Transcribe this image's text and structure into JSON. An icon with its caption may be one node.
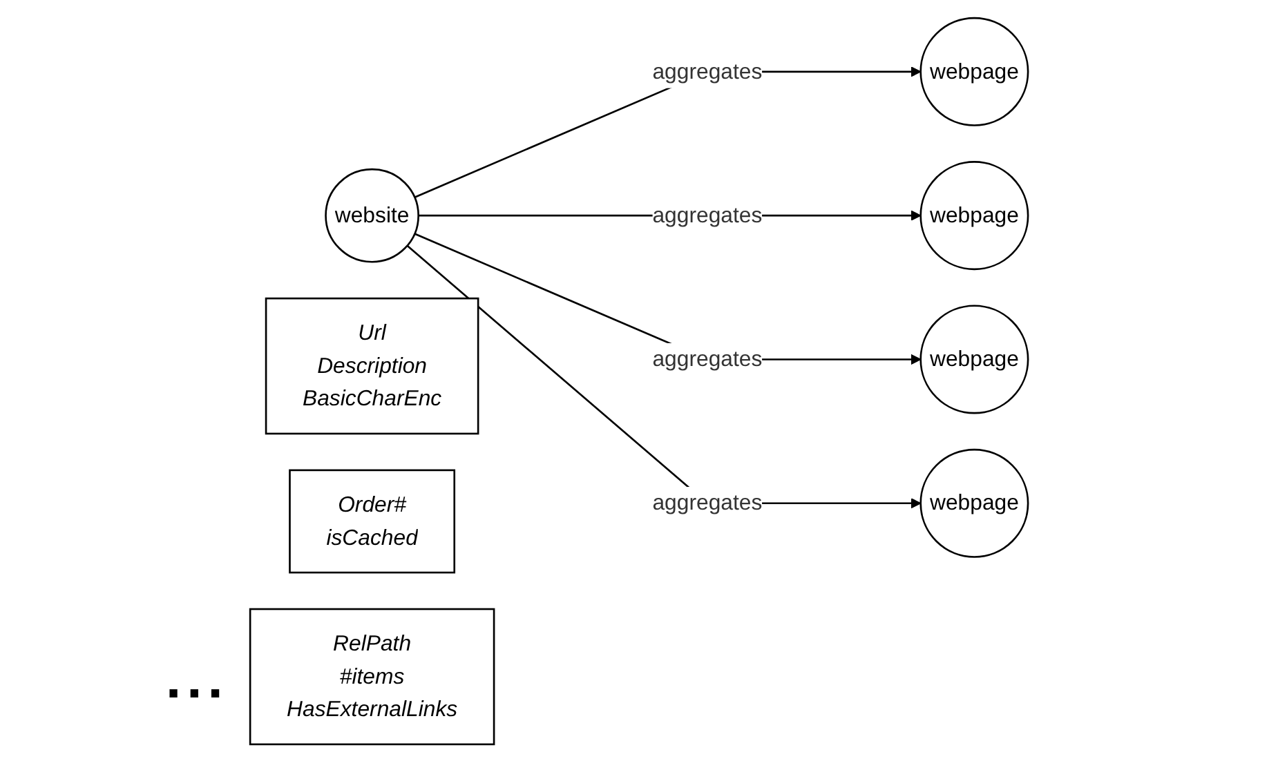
{
  "diagram": {
    "nodes": [
      {
        "text": [
          "Url Description BasicCharEnc"
        ]
      },
      {
        "text": [
          "Order# isCached"
        ]
      },
      {
        "text": [
          "website"
        ]
      },
      {
        "text": [
          "webpage"
        ]
      },
      {
        "text": [
          "webpage"
        ]
      },
      {
        "text": [
          "webpage"
        ]
      },
      {
        "text": [
          "webpage"
        ]
      },
      {
        "text": [
          "RelPath #items HasExternalLinks"
        ]
      }
    ],
    "edges": [
      {
        "from": 2,
        "to": 4,
        "label": "aggregates",
        "arrow": "to"
      },
      {
        "from": 2,
        "to": 3,
        "label": "aggregates",
        "arrow": "to"
      },
      {
        "from": 2,
        "to": 5,
        "label": "aggregates",
        "arrow": "to"
      },
      {
        "from": 2,
        "to": 6,
        "label": "aggregates",
        "arrow": "to"
      }
    ],
    "labels": [
      "..."
    ]
  }
}
